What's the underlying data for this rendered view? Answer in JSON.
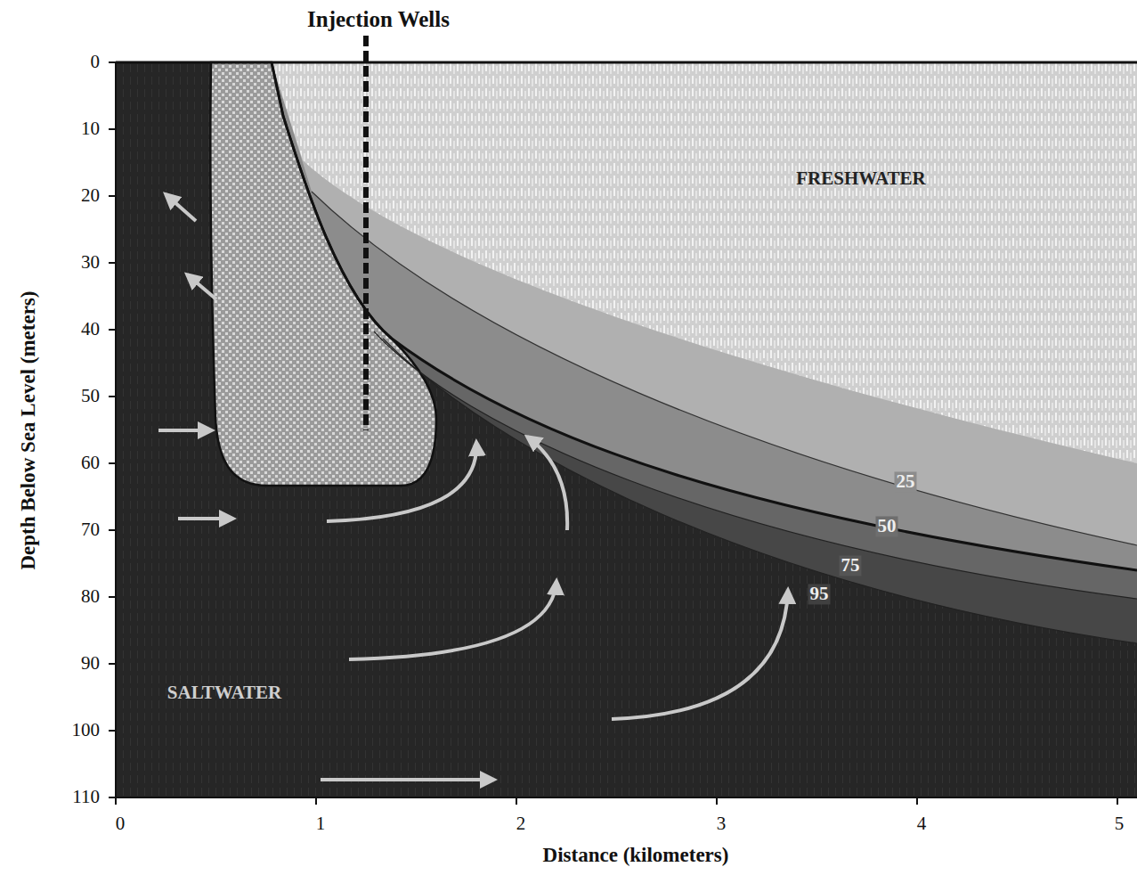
{
  "diagram": {
    "labels": [
      "Injection Wells",
      "Depth Below Sea Level (meters)",
      "Distance (kilometers)",
      "0",
      "10",
      "20",
      "30",
      "40",
      "50",
      "60",
      "70",
      "80",
      "90",
      "100",
      "110",
      "0",
      "1",
      "2",
      "3",
      "4",
      "5",
      "FRESHWATER",
      "SALTWATER",
      "25",
      "50",
      "75",
      "95"
    ]
  }
}
